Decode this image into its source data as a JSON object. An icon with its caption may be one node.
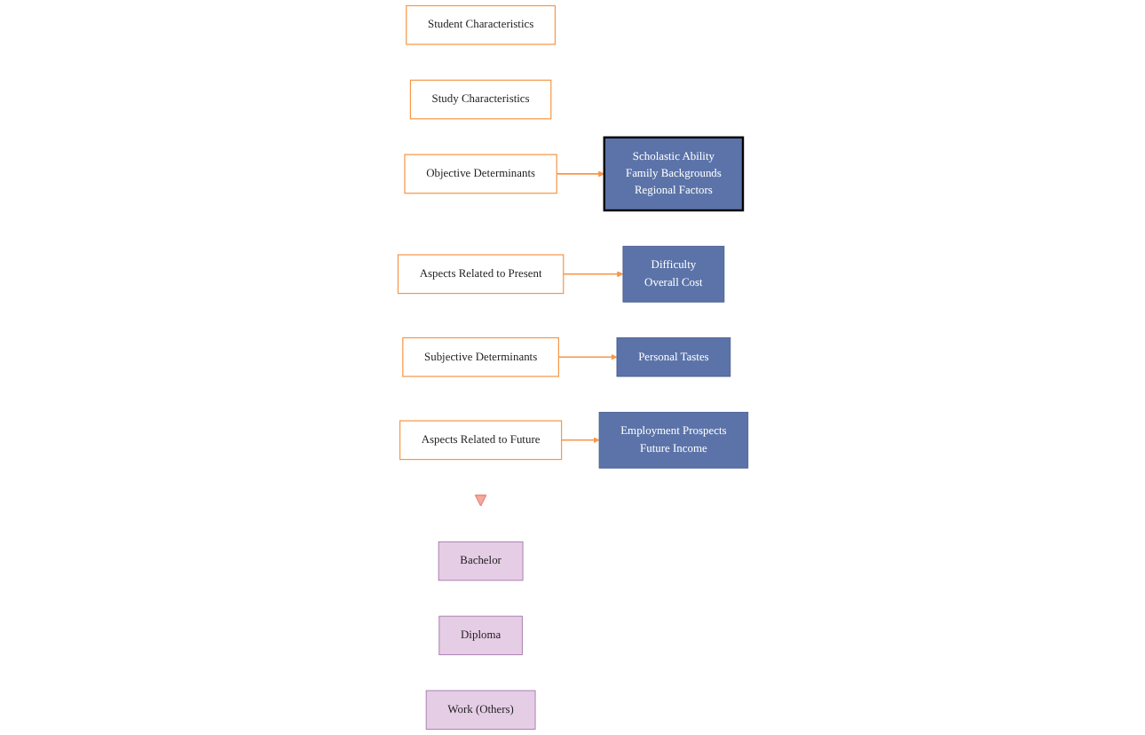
{
  "diagram": {
    "nodes": [
      {
        "text": [
          "Student Characteristics"
        ]
      },
      {
        "text": [
          "Study Characteristics"
        ]
      },
      {
        "text": [
          "Objective Determinants"
        ]
      },
      {
        "text": [
          "Scholastic Ability",
          "Family Backgrounds",
          "Regional Factors"
        ]
      },
      {
        "text": [
          "Difficulty",
          "Overall Cost"
        ]
      },
      {
        "text": [
          "Aspects Related to Present"
        ]
      },
      {
        "text": [
          "Subjective Determinants"
        ]
      },
      {
        "text": [
          "Personal Tastes"
        ]
      },
      {
        "text": [
          "Employment Prospects",
          "Future Income"
        ]
      },
      {
        "text": [
          "Aspects Related to Future"
        ]
      },
      {
        "text": [],
        "shape": "arrow"
      },
      {
        "text": [
          "Bachelor"
        ]
      },
      {
        "text": [
          "Diploma"
        ]
      },
      {
        "text": [
          "Work (Others)"
        ]
      }
    ],
    "edges": [
      {
        "from": 2,
        "to": 3,
        "arrow": "to"
      },
      {
        "from": 5,
        "to": 4,
        "arrow": "to"
      },
      {
        "from": 6,
        "to": 7,
        "arrow": "to"
      },
      {
        "from": 9,
        "to": 8,
        "arrow": "to"
      }
    ]
  }
}
